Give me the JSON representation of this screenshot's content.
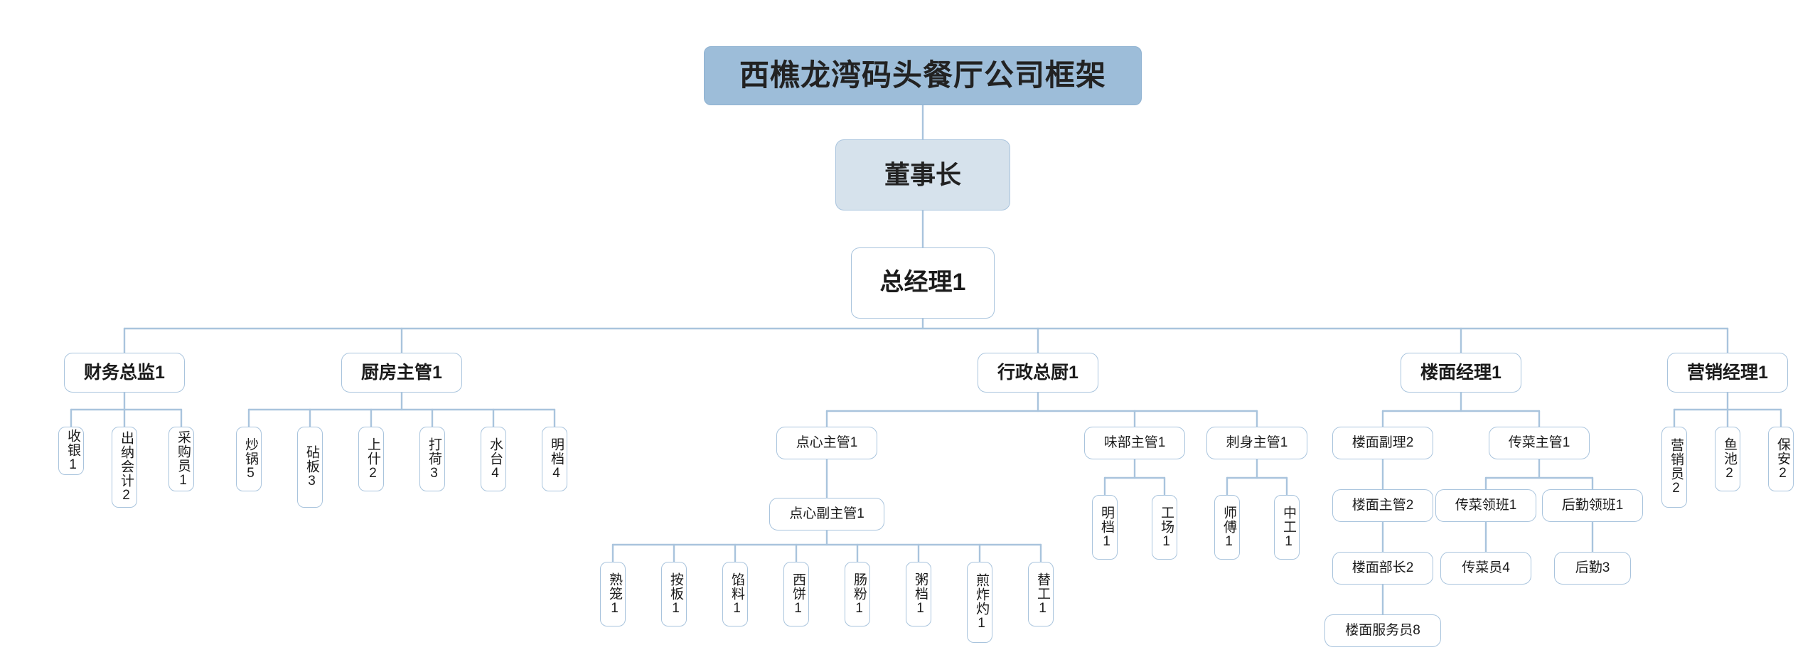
{
  "chart_data": {
    "type": "diagram",
    "diagram_kind": "organizational-chart",
    "title": "西樵龙湾码头餐厅公司框架",
    "colors": {
      "title_fill": "#9dbdd9",
      "chairman_fill": "#d6e2ec",
      "node_fill": "#ffffff",
      "border": "#a9c4dd",
      "connector": "#a9c4dd",
      "text": "#1b1b1b",
      "background": "#ffffff"
    },
    "levels": [
      "title",
      "chairman",
      "general-manager",
      "department-heads",
      "supervisors",
      "staff"
    ],
    "nodes": {
      "title": "西樵龙湾码头餐厅公司框架",
      "chairman": "董事长",
      "general_manager": "总经理1",
      "departments": [
        {
          "label": "财务总监1",
          "children": [
            {
              "label": "收银1"
            },
            {
              "label": "出纳会计2"
            },
            {
              "label": "采购员1"
            }
          ]
        },
        {
          "label": "厨房主管1",
          "children": [
            {
              "label": "炒锅5"
            },
            {
              "label": "砧板3"
            },
            {
              "label": "上什2"
            },
            {
              "label": "打荷3"
            },
            {
              "label": "水台4"
            },
            {
              "label": "明档4"
            }
          ]
        },
        {
          "label": "行政总厨1",
          "children": [
            {
              "label": "点心主管1",
              "children": [
                {
                  "label": "点心副主管1",
                  "children": [
                    {
                      "label": "熟笼1"
                    },
                    {
                      "label": "按板1"
                    },
                    {
                      "label": "馅料1"
                    },
                    {
                      "label": "西饼1"
                    },
                    {
                      "label": "肠粉1"
                    },
                    {
                      "label": "粥档1"
                    },
                    {
                      "label": "煎炸灼1"
                    },
                    {
                      "label": "替工1"
                    }
                  ]
                }
              ]
            },
            {
              "label": "味部主管1",
              "children": [
                {
                  "label": "明档1"
                },
                {
                  "label": "工场1"
                }
              ]
            },
            {
              "label": "刺身主管1",
              "children": [
                {
                  "label": "师傅1"
                },
                {
                  "label": "中工1"
                }
              ]
            }
          ]
        },
        {
          "label": "楼面经理1",
          "children": [
            {
              "label": "楼面副理2",
              "children": [
                {
                  "label": "楼面主管2",
                  "children": [
                    {
                      "label": "楼面部长2",
                      "children": [
                        {
                          "label": "楼面服务员8"
                        }
                      ]
                    }
                  ]
                }
              ]
            },
            {
              "label": "传菜主管1",
              "children": [
                {
                  "label": "传菜领班1",
                  "children": [
                    {
                      "label": "传菜员4"
                    }
                  ]
                },
                {
                  "label": "后勤领班1",
                  "children": [
                    {
                      "label": "后勤3"
                    }
                  ]
                }
              ]
            }
          ]
        },
        {
          "label": "营销经理1",
          "children": [
            {
              "label": "营销员2"
            },
            {
              "label": "鱼池2"
            },
            {
              "label": "保安2"
            }
          ]
        }
      ]
    }
  },
  "flat": {
    "title": "西樵龙湾码头餐厅公司框架",
    "chairman": "董事长",
    "gm": "总经理1",
    "d_fin": "财务总监1",
    "d_kitchen": "厨房主管1",
    "d_exec": "行政总厨1",
    "d_floor": "楼面经理1",
    "d_mkt": "营销经理1",
    "fin_1": "收银1",
    "fin_2": "出纳会计2",
    "fin_3": "采购员1",
    "kit_1": "炒锅5",
    "kit_2": "砧板3",
    "kit_3": "上什2",
    "kit_4": "打荷3",
    "kit_5": "水台4",
    "kit_6": "明档4",
    "dim_sup": "点心主管1",
    "dim_asst": "点心副主管1",
    "dim_1": "熟笼1",
    "dim_2": "按板1",
    "dim_3": "馅料1",
    "dim_4": "西饼1",
    "dim_5": "肠粉1",
    "dim_6": "粥档1",
    "dim_7": "煎炸灼1",
    "dim_8": "替工1",
    "flavor_sup": "味部主管1",
    "flavor_1": "明档1",
    "flavor_2": "工场1",
    "sashimi_sup": "刺身主管1",
    "sashimi_1": "师傅1",
    "sashimi_2": "中工1",
    "floor_deputy": "楼面副理2",
    "floor_sup": "楼面主管2",
    "floor_chief": "楼面部长2",
    "floor_staff": "楼面服务员8",
    "runner_sup": "传菜主管1",
    "runner_lead": "传菜领班1",
    "runner_staff": "传菜员4",
    "logi_lead": "后勤领班1",
    "logi_staff": "后勤3",
    "mkt_1": "营销员2",
    "mkt_2": "鱼池2",
    "mkt_3": "保安2"
  }
}
